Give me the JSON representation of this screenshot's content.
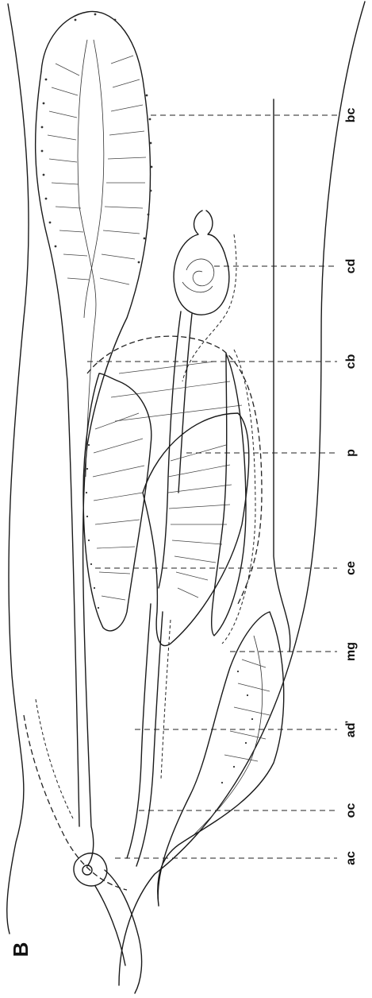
{
  "figure": {
    "panel_letter": "B",
    "labels": [
      {
        "id": "bc",
        "text": "bc"
      },
      {
        "id": "cd",
        "text": "cd"
      },
      {
        "id": "cb",
        "text": "cb"
      },
      {
        "id": "p",
        "text": "p"
      },
      {
        "id": "ce",
        "text": "ce"
      },
      {
        "id": "mg",
        "text": "mg"
      },
      {
        "id": "ad",
        "text": "aď"
      },
      {
        "id": "oc",
        "text": "oc"
      },
      {
        "id": "ac",
        "text": "ac"
      }
    ]
  }
}
